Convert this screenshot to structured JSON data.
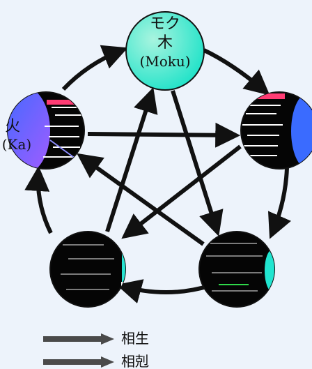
{
  "diagram": {
    "nodes": {
      "moku": {
        "kana": "モク",
        "kanji": "木",
        "romaji": "(Moku)"
      },
      "ka": {
        "kanji": "火",
        "romaji": "(Ka)"
      },
      "do": {
        "kana": "",
        "kanji": "",
        "romaji": ""
      },
      "gon": {
        "kana": "",
        "kanji": "",
        "romaji": ""
      },
      "sui": {
        "kana": "",
        "kanji": "",
        "romaji": ""
      }
    },
    "legend": {
      "generating_label": "相生",
      "overcoming_label": "相剋"
    }
  },
  "colors": {
    "background": "#edf3fb",
    "arrow": "#111111",
    "legend_arrow": "#4a4a4a",
    "moku_fill_start": "#23e3c9",
    "moku_fill_end": "#a8f4df",
    "ka_fill_start": "#3a6bff",
    "ka_fill_end": "#a25cff",
    "node_dark": "#050505"
  },
  "icons": {
    "generating": "right-arrow-icon",
    "overcoming": "right-arrow-icon"
  }
}
